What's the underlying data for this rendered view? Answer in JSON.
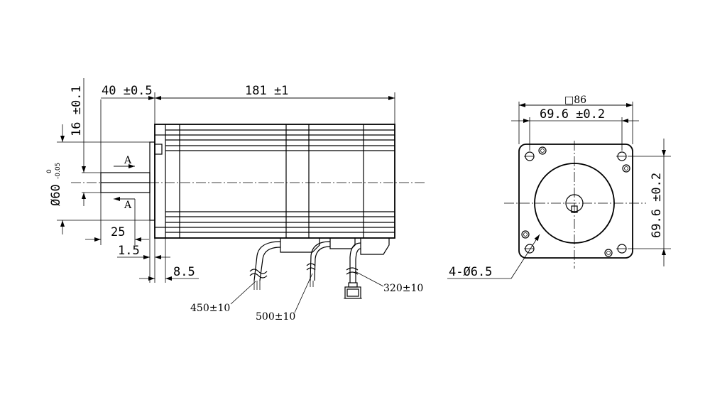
{
  "side_view": {
    "dims": {
      "flange_thickness": "40 ±0.5",
      "body_length": "181 ±1",
      "key_offset": "16 ±0.1",
      "shaft_diameter": "Ø60",
      "shaft_tol_upper": "0",
      "shaft_tol_lower": "-0.05",
      "shaft_length": "25",
      "pilot": "1.5",
      "flange_edge": "8.5"
    },
    "section_mark": "A",
    "cables": [
      "450±10",
      "500±10",
      "320±10"
    ]
  },
  "front_view": {
    "dims": {
      "square": "□86",
      "hole_spacing_h": "69.6 ±0.2",
      "hole_spacing_v": "69.6 ±0.2",
      "holes": "4-Ø6.5"
    }
  }
}
